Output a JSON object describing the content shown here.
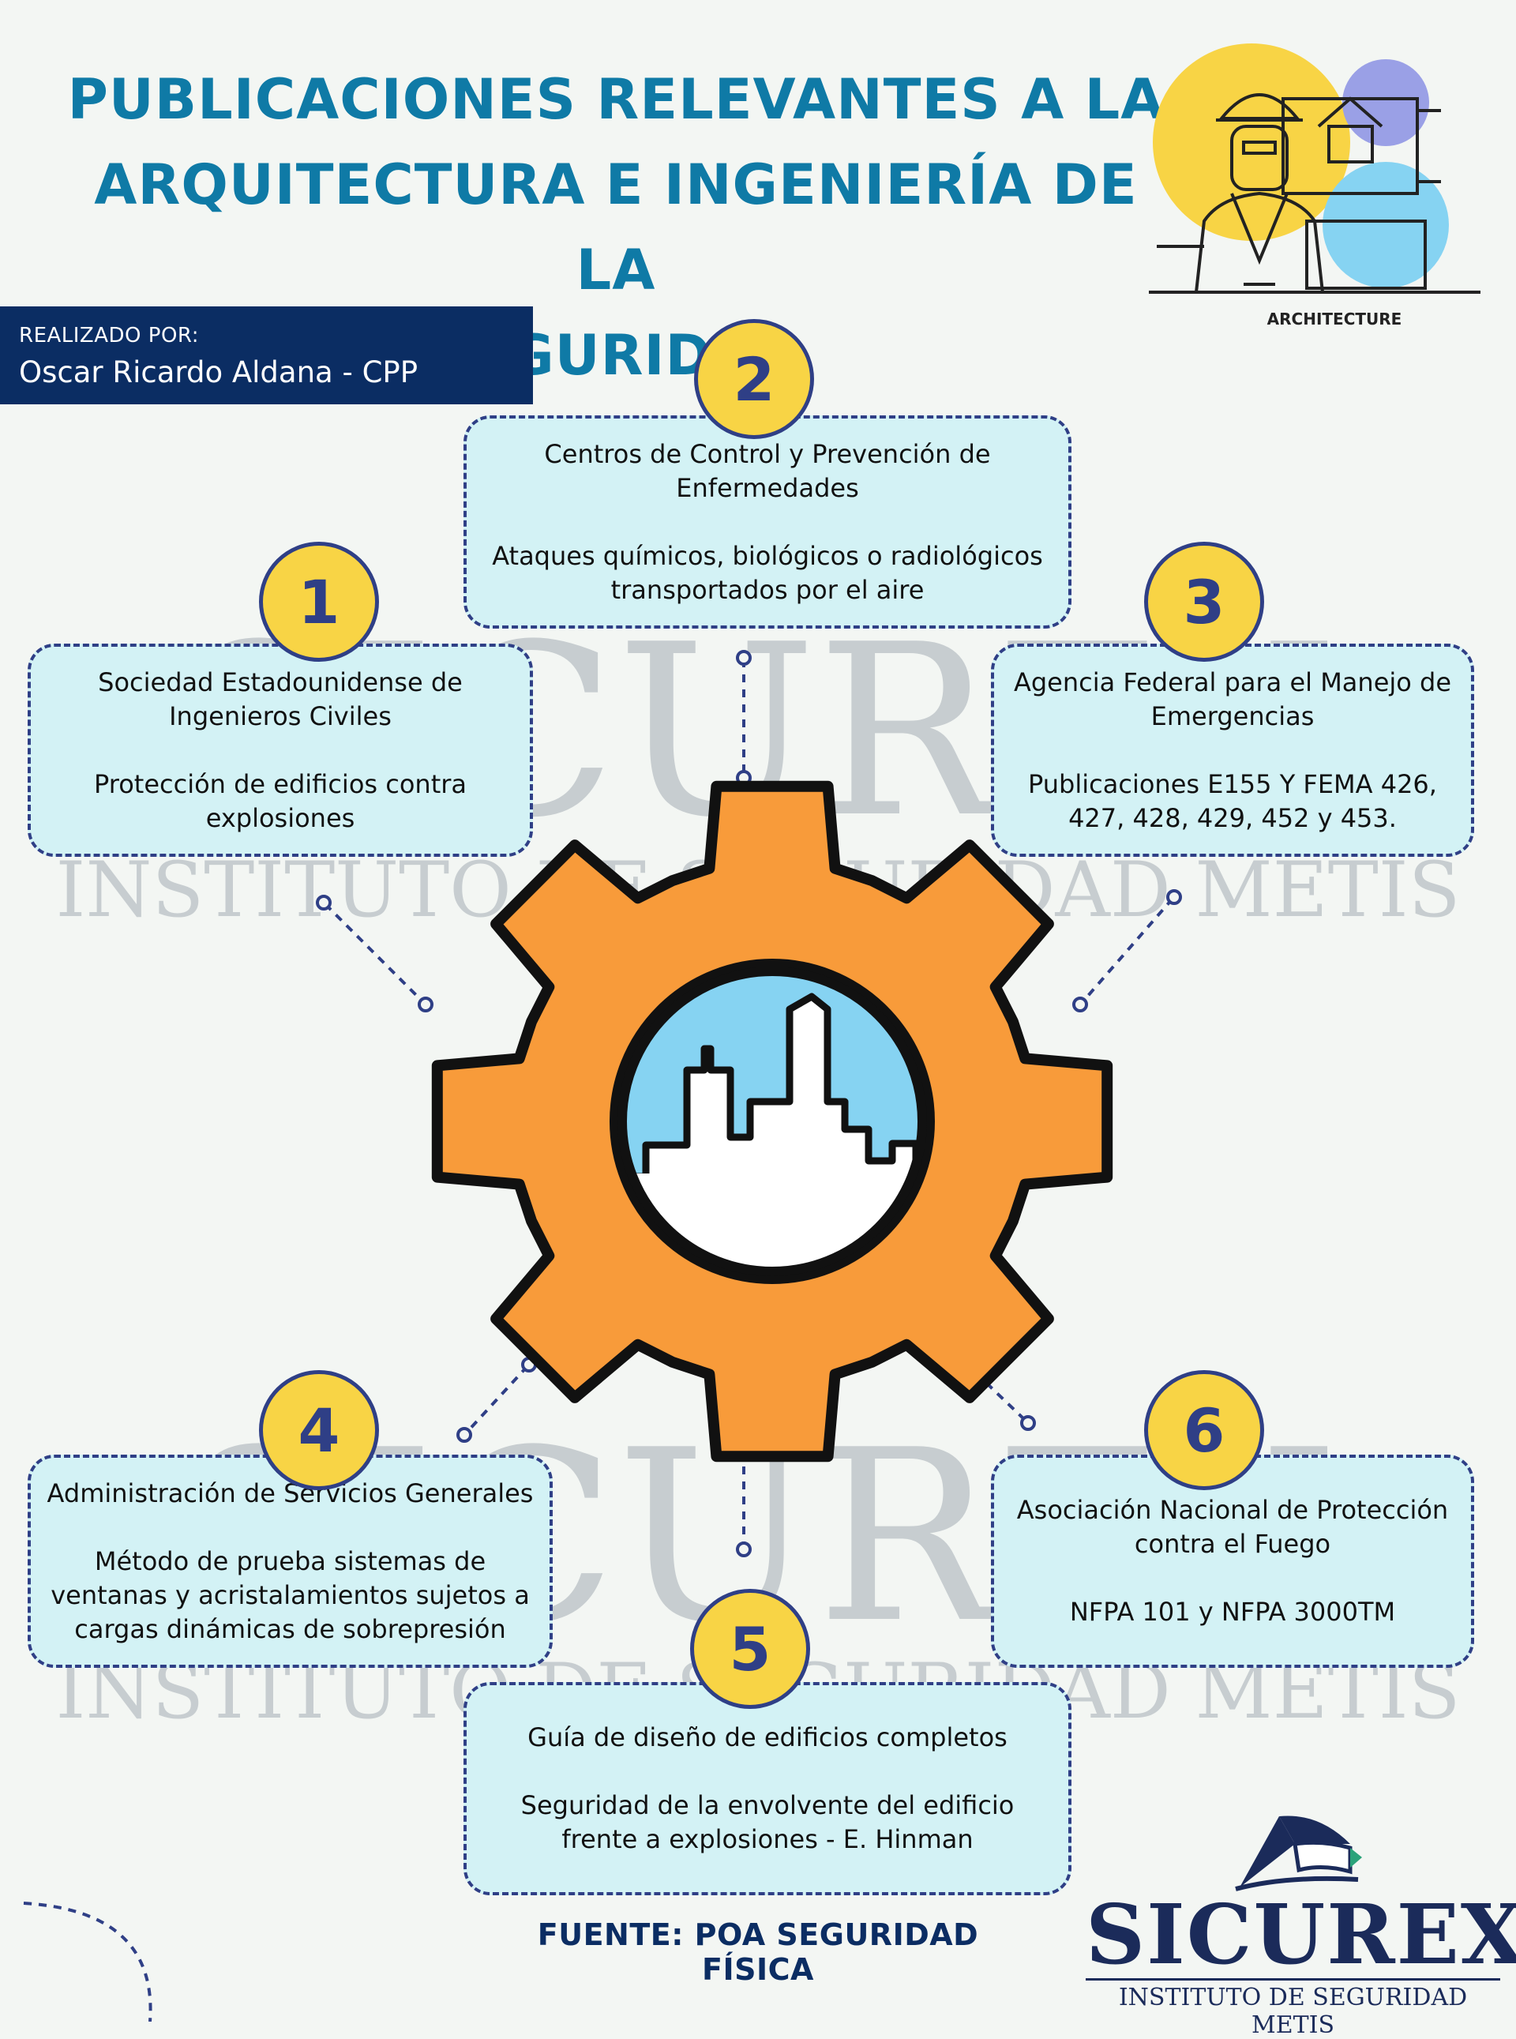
{
  "header": {
    "title_lines": [
      "PUBLICACIONES RELEVANTES A LA",
      "ARQUITECTURA E INGENIERÍA DE LA",
      "SEGURIDAD"
    ],
    "illustration_label": "ARCHITECTURE"
  },
  "author": {
    "label": "REALIZADO POR:",
    "name": "Oscar Ricardo Aldana - CPP"
  },
  "items": [
    {
      "number": "1",
      "heading": "Sociedad Estadounidense de Ingenieros Civiles",
      "body": "Protección de edificios contra explosiones"
    },
    {
      "number": "2",
      "heading": "Centros de Control y Prevención de Enfermedades",
      "body": "Ataques químicos, biológicos o radiológicos transportados por el aire"
    },
    {
      "number": "3",
      "heading": "Agencia Federal para el Manejo de Emergencias",
      "body": "Publicaciones E155 Y FEMA 426, 427, 428, 429, 452 y 453."
    },
    {
      "number": "4",
      "heading": "Administración de Servicios Generales",
      "body": "Método de prueba sistemas de ventanas y acristalamientos sujetos a cargas dinámicas de sobrepresión"
    },
    {
      "number": "5",
      "heading": "Guía de diseño de edificios completos",
      "body": "Seguridad de la envolvente del edificio frente a explosiones - E. Hinman"
    },
    {
      "number": "6",
      "heading": "Asociación Nacional de Protección contra el Fuego",
      "body": "NFPA 101 y NFPA 3000TM"
    }
  ],
  "watermark": {
    "word": "SICUREX",
    "sub": "INSTITUTO DE SEGURIDAD METIS"
  },
  "footer": {
    "source": "FUENTE: POA SEGURIDAD FÍSICA",
    "logo_word": "SICUREX",
    "logo_sub": "INSTITUTO DE SEGURIDAD METIS"
  },
  "colors": {
    "title": "#0f7aa6",
    "navy": "#0b2d63",
    "card_bg": "#d3f2f5",
    "card_border": "#2f3f86",
    "badge": "#f8d445",
    "gear": "#f89b3a",
    "sky": "#86d3f2"
  },
  "icons": [
    "gear-icon",
    "city-skyline-icon",
    "architect-icon",
    "book-logo-icon"
  ]
}
